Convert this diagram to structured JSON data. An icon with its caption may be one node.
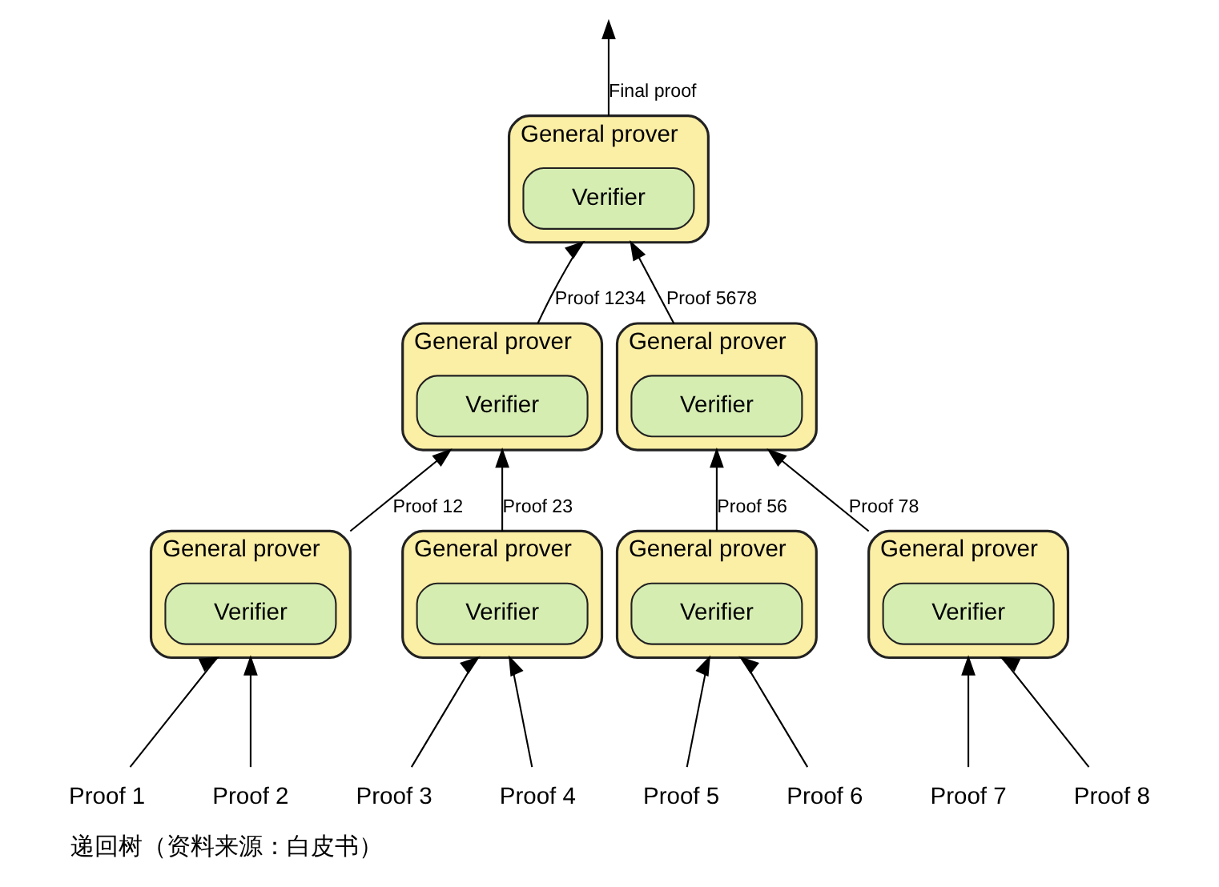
{
  "diagram": {
    "caption": "递回树（资料来源：白皮书）",
    "nodes": [
      {
        "text": [
          "General prover"
        ]
      },
      {
        "text": [
          "Verifier"
        ],
        "in": 0
      },
      {
        "text": [
          "General prover"
        ]
      },
      {
        "text": [
          "Verifier"
        ],
        "in": 2
      },
      {
        "text": [
          "General prover"
        ]
      },
      {
        "text": [
          "Verifier"
        ],
        "in": 4
      },
      {
        "text": [
          "General prover"
        ]
      },
      {
        "text": [
          "Verifier"
        ],
        "in": 6
      },
      {
        "text": [
          "General prover"
        ]
      },
      {
        "text": [
          "Verifier"
        ],
        "in": 8
      },
      {
        "text": [
          "General prover"
        ]
      },
      {
        "text": [
          "Verifier"
        ],
        "in": 10
      },
      {
        "text": [
          "General prover"
        ]
      },
      {
        "text": [
          "Verifier"
        ],
        "in": 12
      },
      {
        "text": [
          "Proof 1"
        ]
      },
      {
        "text": [
          "Proof 2"
        ]
      },
      {
        "text": [
          "Proof 3"
        ]
      },
      {
        "text": [
          "Proof 4"
        ]
      },
      {
        "text": [
          "Proof 5"
        ]
      },
      {
        "text": [
          "Proof 6"
        ]
      },
      {
        "text": [
          "Proof 7"
        ]
      },
      {
        "text": [
          "Proof 8"
        ]
      }
    ],
    "edges": [
      {
        "from": 14,
        "to": 6,
        "arrow": "to"
      },
      {
        "from": 15,
        "to": 6,
        "arrow": "to"
      },
      {
        "from": 16,
        "to": 8,
        "arrow": "to"
      },
      {
        "from": 17,
        "to": 8,
        "arrow": "to"
      },
      {
        "from": 18,
        "to": 10,
        "arrow": "to"
      },
      {
        "from": 19,
        "to": 10,
        "arrow": "to"
      },
      {
        "from": 20,
        "to": 12,
        "arrow": "to"
      },
      {
        "from": 21,
        "to": 12,
        "arrow": "to"
      },
      {
        "from": 6,
        "to": 2,
        "arrow": "to",
        "label": "Proof 12"
      },
      {
        "from": 8,
        "to": 2,
        "arrow": "to",
        "label": "Proof 23"
      },
      {
        "from": 10,
        "to": 4,
        "arrow": "to",
        "label": "Proof 56"
      },
      {
        "from": 12,
        "to": 4,
        "arrow": "to",
        "label": "Proof 78"
      },
      {
        "from": 2,
        "to": 0,
        "arrow": "to",
        "label": "Proof 1234"
      },
      {
        "from": 4,
        "to": 0,
        "arrow": "to",
        "label": "Proof 5678"
      },
      {
        "from": 0,
        "to": null,
        "arrow": "to",
        "label": "Final proof"
      }
    ]
  }
}
